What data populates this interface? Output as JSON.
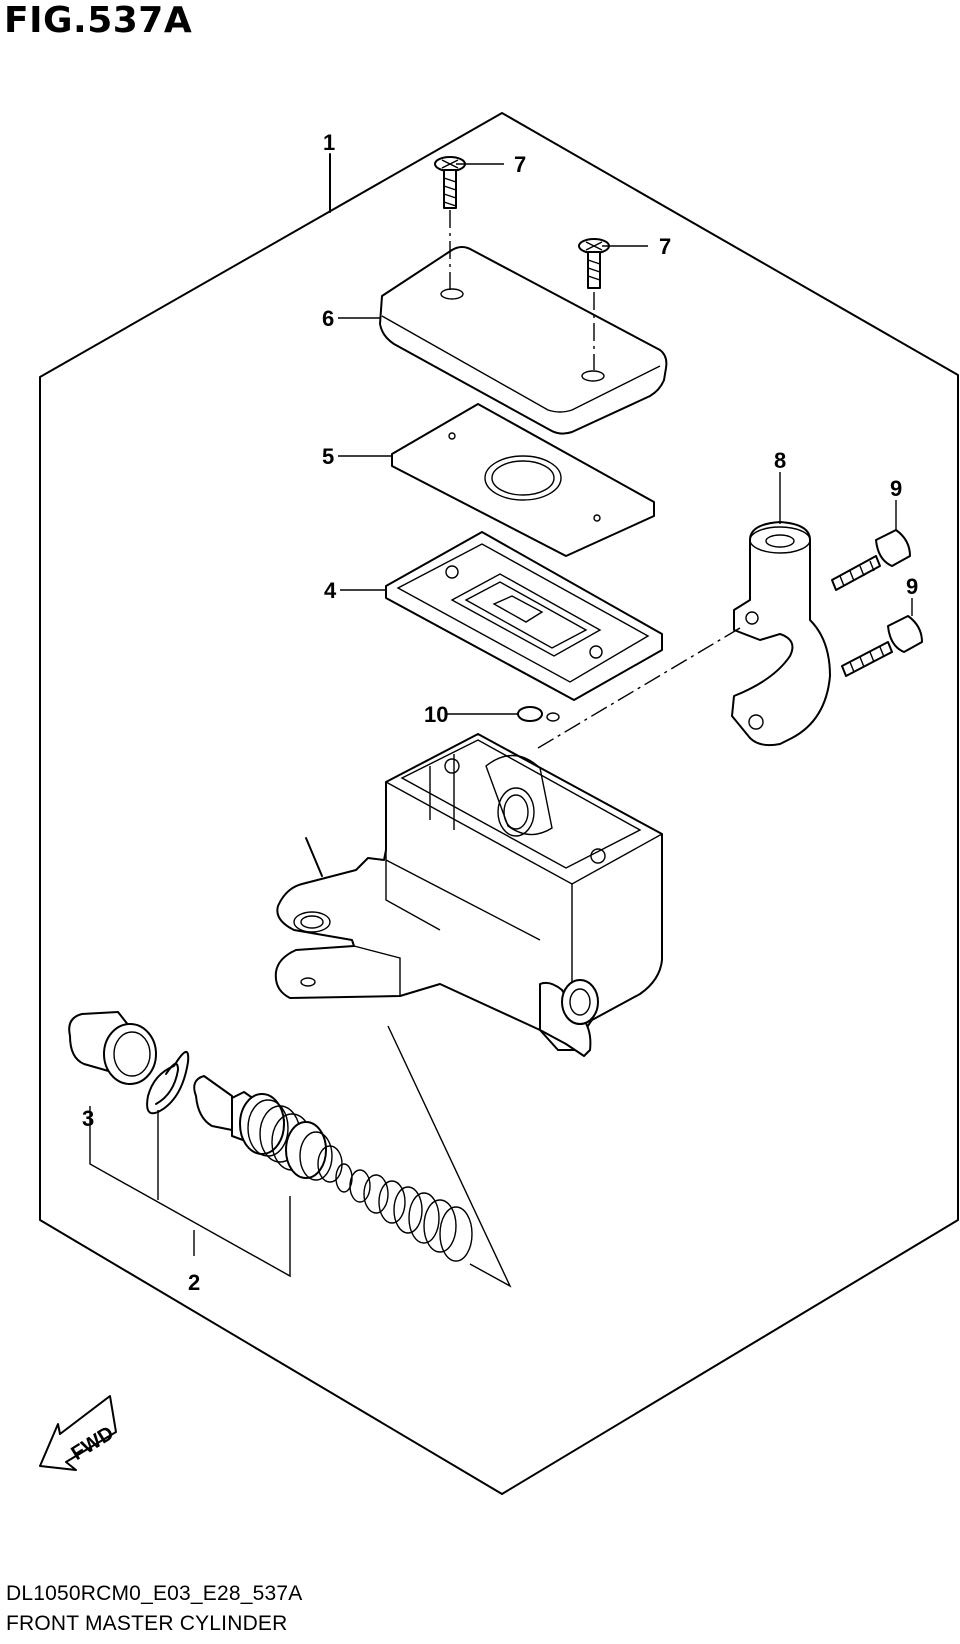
{
  "figure_title": "FIG.537A",
  "callouts": {
    "p1": "1",
    "p2": "2",
    "p3": "3",
    "p4": "4",
    "p5": "5",
    "p6": "6",
    "p7a": "7",
    "p7b": "7",
    "p8": "8",
    "p9a": "9",
    "p9b": "9",
    "p10": "10"
  },
  "fwd_label": "FWD",
  "footer": {
    "model_code": "DL1050RCM0_E03_E28_537A",
    "section_name": "FRONT MASTER CYLINDER"
  }
}
